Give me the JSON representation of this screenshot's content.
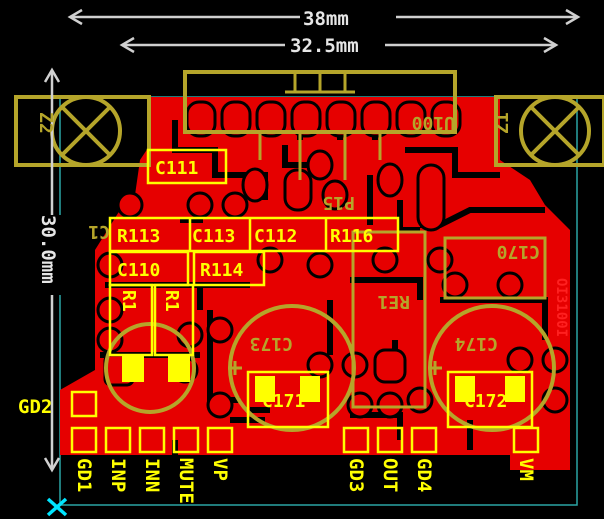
{
  "dimensions": {
    "width_label": "38mm",
    "inner_width_label": "32.5mm",
    "height_label": "30.0mm"
  },
  "components": {
    "c111": "C111",
    "r113": "R113",
    "c113": "C113",
    "c112": "C112",
    "r116": "R116",
    "c110": "C110",
    "r114": "R114",
    "r1a": "R1",
    "r1b": "R1",
    "c171": "C171",
    "c172": "C172"
  },
  "mirrored_labels": {
    "u100": "U100",
    "p15": "P15",
    "c1": "C1",
    "z2": "Z2",
    "z1": "Z1",
    "re1": "RE1",
    "c170": "C170",
    "c173": "C173",
    "c174": "C174"
  },
  "board_code": "OI3100I",
  "pins": {
    "gd2": "GD2",
    "bottom": [
      "GD1",
      "INP",
      "INN",
      "MUTE",
      "VP",
      "GD3",
      "OUT",
      "GD4",
      "VM"
    ]
  },
  "colors": {
    "copper": "#e60000",
    "silkscreen": "#b5a52a",
    "label": "#ffff00",
    "outline": "#2aa6a6",
    "origin_marker": "#00e5ff"
  }
}
